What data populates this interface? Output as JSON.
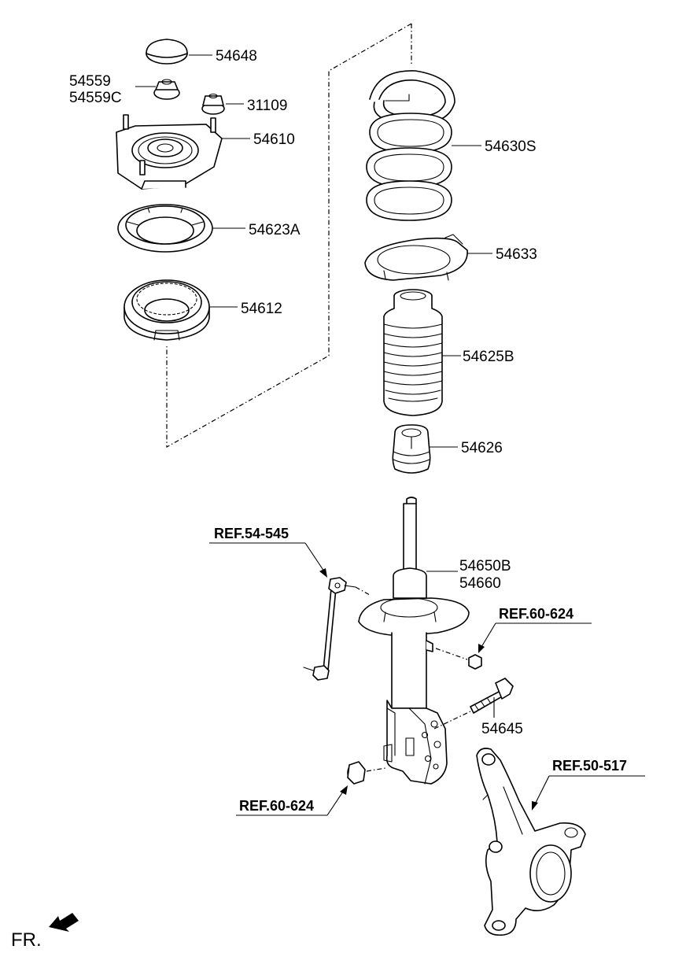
{
  "labels": {
    "p54648": "54648",
    "p54559": "54559",
    "p54559c": "54559C",
    "p31109": "31109",
    "p54610": "54610",
    "p54623a": "54623A",
    "p54612": "54612",
    "p54630s": "54630S",
    "p54633": "54633",
    "p54625b": "54625B",
    "p54626": "54626",
    "p54650b": "54650B",
    "p54660": "54660",
    "p54645": "54645"
  },
  "refs": {
    "stabilizer_link": "REF.54-545",
    "nut_upper": "REF.60-624",
    "nut_lower": "REF.60-624",
    "knuckle": "REF.50-517"
  },
  "orientation": {
    "label": "FR."
  }
}
